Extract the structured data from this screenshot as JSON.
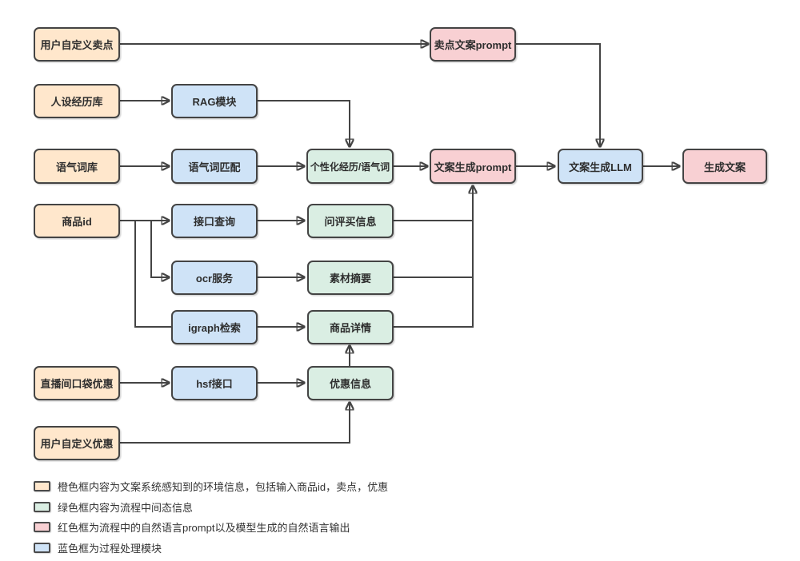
{
  "palette": {
    "orange_fill": "#ffe7cc",
    "blue_fill": "#cfe3f7",
    "green_fill": "#daeee3",
    "pink_fill": "#f8d0d3",
    "border": "#444444",
    "arrow": "#444444",
    "text": "#2e2e2e",
    "background": "#ffffff"
  },
  "nodes": {
    "user_sellpoint": {
      "label": "用户自定义卖点",
      "type": "orange"
    },
    "persona_lib": {
      "label": "人设经历库",
      "type": "orange"
    },
    "tone_lib": {
      "label": "语气词库",
      "type": "orange"
    },
    "item_id": {
      "label": "商品id",
      "type": "orange"
    },
    "live_pocket": {
      "label": "直播间口袋优惠",
      "type": "orange"
    },
    "user_discount": {
      "label": "用户自定义优惠",
      "type": "orange"
    },
    "rag": {
      "label": "RAG模块",
      "type": "blue"
    },
    "tone_match": {
      "label": "语气词匹配",
      "type": "blue"
    },
    "api_query": {
      "label": "接口查询",
      "type": "blue"
    },
    "ocr": {
      "label": "ocr服务",
      "type": "blue"
    },
    "igraph": {
      "label": "igraph检索",
      "type": "blue"
    },
    "hsf": {
      "label": "hsf接口",
      "type": "blue"
    },
    "gen_llm": {
      "label": "文案生成LLM",
      "type": "blue"
    },
    "personalized": {
      "label": "个性化经历/语气词",
      "type": "green"
    },
    "qa_info": {
      "label": "问评买信息",
      "type": "green"
    },
    "material_summary": {
      "label": "素材摘要",
      "type": "green"
    },
    "item_detail": {
      "label": "商品详情",
      "type": "green"
    },
    "discount_info": {
      "label": "优惠信息",
      "type": "green"
    },
    "sellpoint_prompt": {
      "label": "卖点文案prompt",
      "type": "pink"
    },
    "gen_prompt": {
      "label": "文案生成prompt",
      "type": "pink"
    },
    "gen_copy": {
      "label": "生成文案",
      "type": "pink"
    }
  },
  "edges": [
    {
      "from": "user_sellpoint",
      "to": "sellpoint_prompt"
    },
    {
      "from": "persona_lib",
      "to": "rag"
    },
    {
      "from": "rag",
      "to": "personalized"
    },
    {
      "from": "tone_lib",
      "to": "tone_match"
    },
    {
      "from": "tone_match",
      "to": "personalized"
    },
    {
      "from": "personalized",
      "to": "gen_prompt"
    },
    {
      "from": "sellpoint_prompt",
      "to": "gen_llm"
    },
    {
      "from": "gen_prompt",
      "to": "gen_llm"
    },
    {
      "from": "gen_llm",
      "to": "gen_copy"
    },
    {
      "from": "item_id",
      "to": "api_query"
    },
    {
      "from": "item_id",
      "to": "ocr"
    },
    {
      "from": "item_id",
      "to": "igraph"
    },
    {
      "from": "api_query",
      "to": "qa_info"
    },
    {
      "from": "ocr",
      "to": "material_summary"
    },
    {
      "from": "igraph",
      "to": "item_detail"
    },
    {
      "from": "qa_info",
      "to": "gen_prompt"
    },
    {
      "from": "material_summary",
      "to": "gen_prompt"
    },
    {
      "from": "item_detail",
      "to": "gen_prompt"
    },
    {
      "from": "live_pocket",
      "to": "hsf"
    },
    {
      "from": "hsf",
      "to": "discount_info"
    },
    {
      "from": "discount_info",
      "to": "item_detail"
    },
    {
      "from": "user_discount",
      "to": "discount_info"
    }
  ],
  "legend": {
    "items": [
      {
        "swatch": "orange",
        "text": "橙色框内容为文案系统感知到的环境信息，包括输入商品id，卖点，优惠"
      },
      {
        "swatch": "green",
        "text": "绿色框内容为流程中间态信息"
      },
      {
        "swatch": "pink",
        "text": "红色框为流程中的自然语言prompt以及模型生成的自然语言输出"
      },
      {
        "swatch": "blue",
        "text": "蓝色框为过程处理模块"
      }
    ]
  }
}
